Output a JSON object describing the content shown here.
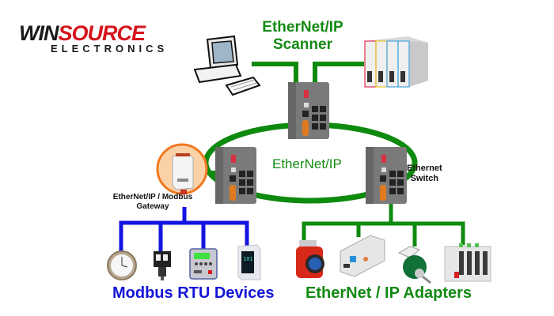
{
  "logo": {
    "brand_part1": "WIN",
    "brand_part2": "SOURCE",
    "subtitle": "ELECTRONICS",
    "colors": {
      "dark": "#1a1a1a",
      "red": "#d4141c"
    }
  },
  "diagram": {
    "scanner_label_line1": "EtherNet/IP",
    "scanner_label_line2": "Scanner",
    "ring_label": "EtherNet/IP",
    "switch_label_line1": "Ethernet",
    "switch_label_line2": "Switch",
    "gateway_label_line1": "EtherNet/IP / Modbus",
    "gateway_label_line2": "Gateway",
    "modbus_group_label": "Modbus RTU Devices",
    "adapters_group_label": "EtherNet / IP Adapters",
    "nodes": {
      "scanner_devices": [
        "computer-icon",
        "plc-icon"
      ],
      "switches": [
        "switch-top",
        "switch-left",
        "switch-right"
      ],
      "gateway": "gateway-icon",
      "modbus_devices": [
        "gauge-icon",
        "sensor-icon",
        "hmi-panel-icon",
        "meter-icon"
      ],
      "ethernet_ip_adapters": [
        "red-motor-icon",
        "io-module-icon",
        "encoder-icon",
        "drive-icon"
      ]
    },
    "colors": {
      "ethernet_line": "#0e8a0e",
      "modbus_line": "#1414e0",
      "gateway_ring": "#f07820",
      "gateway_fill": "#fbd2a8"
    }
  }
}
